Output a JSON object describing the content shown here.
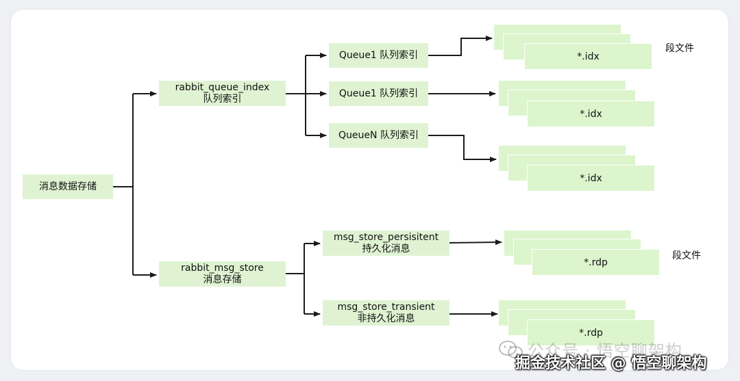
{
  "root": {
    "label": "消息数据存储"
  },
  "index": {
    "line1": "rabbit_queue_index",
    "line2": "队列索引",
    "queues": [
      {
        "label": "Queue1 队列索引",
        "file_label": "*.idx"
      },
      {
        "label": "Queue1 队列索引",
        "file_label": "*.idx"
      },
      {
        "label": "QueueN 队列索引",
        "file_label": "*.idx"
      }
    ],
    "segment_label": "段文件"
  },
  "store": {
    "line1": "rabbit_msg_store",
    "line2": "消息存储",
    "children": [
      {
        "line1": "msg_store_persisitent",
        "line2": "持久化消息",
        "file_label": "*.rdp"
      },
      {
        "line1": "msg_store_transient",
        "line2": "非持久化消息",
        "file_label": "*.rdp"
      }
    ],
    "segment_label": "段文件"
  },
  "watermark": {
    "faint": "公众号 · 悟空聊架构",
    "main": "掘金技术社区 @ 悟空聊架构"
  }
}
